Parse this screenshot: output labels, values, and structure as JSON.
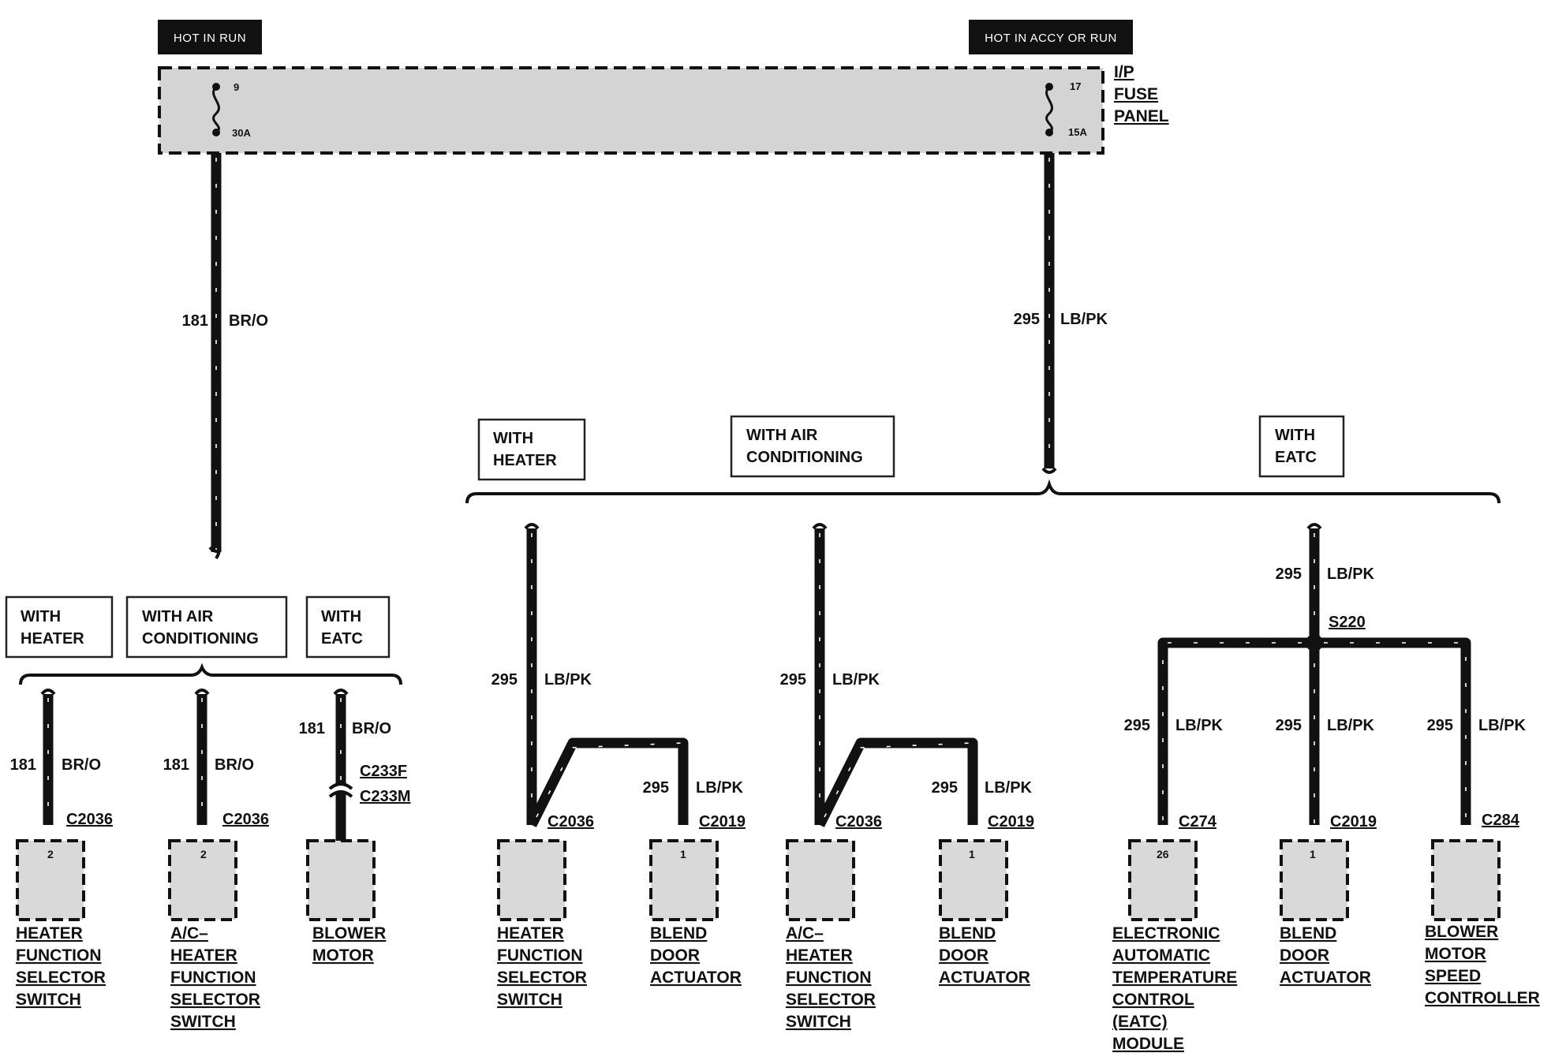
{
  "headers": {
    "hot_in_run": "HOT IN RUN",
    "hot_in_accy_or_run": "HOT IN ACCY OR RUN"
  },
  "fuse_panel": {
    "title": [
      "I/P",
      "FUSE",
      "PANEL"
    ],
    "fuse_left": {
      "number": "9",
      "rating": "30A"
    },
    "fuse_right": {
      "number": "17",
      "rating": "15A"
    }
  },
  "circuits": {
    "c181": {
      "num": "181",
      "color": "BR/O"
    },
    "c295": {
      "num": "295",
      "color": "LB/PK"
    }
  },
  "options": {
    "with_heater": [
      "WITH",
      "HEATER"
    ],
    "with_air": [
      "WITH AIR",
      "CONDITIONING"
    ],
    "with_eatc": [
      "WITH",
      "EATC"
    ]
  },
  "connectors": {
    "c2036": "C2036",
    "c2019": "C2019",
    "c233f": "C233F",
    "c233m": "C233M",
    "c274": "C274",
    "c284": "C284",
    "s220": "S220"
  },
  "pins": {
    "heater_switch_left": "2",
    "ac_switch_left": "2",
    "blend_door_heater": "1",
    "blend_door_ac": "1",
    "eatc_module": "26",
    "blend_door_eatc": "1"
  },
  "components": {
    "heater_function_selector_switch": [
      "HEATER",
      "FUNCTION",
      "SELECTOR",
      "SWITCH"
    ],
    "ac_heater_function_selector_switch": [
      "A/C–",
      "HEATER",
      "FUNCTION",
      "SELECTOR",
      "SWITCH"
    ],
    "blower_motor": [
      "BLOWER",
      "MOTOR"
    ],
    "blend_door_actuator": [
      "BLEND",
      "DOOR",
      "ACTUATOR"
    ],
    "eatc_module": [
      "ELECTRONIC",
      "AUTOMATIC",
      "TEMPERATURE",
      "CONTROL",
      "(EATC)",
      "MODULE"
    ],
    "blower_motor_speed_controller": [
      "BLOWER",
      "MOTOR",
      "SPEED",
      "CONTROLLER"
    ]
  }
}
